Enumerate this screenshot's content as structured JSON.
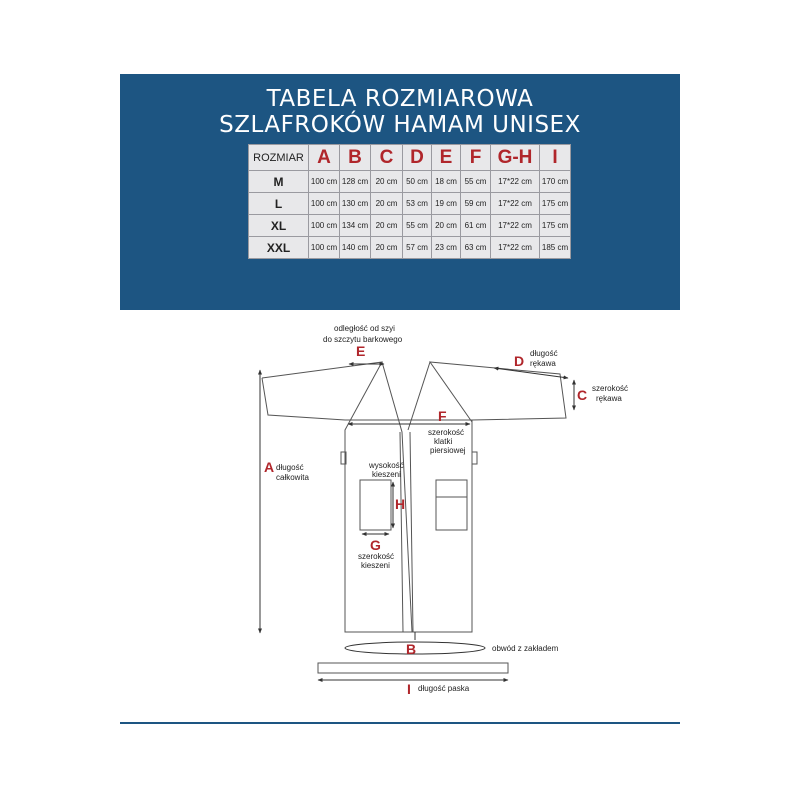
{
  "header": {
    "title_line1": "TABELA ROZMIAROWA",
    "title_line2": "SZLAFROKÓW HAMAM UNISEX"
  },
  "table": {
    "columns": [
      "ROZMIAR",
      "A",
      "B",
      "C",
      "D",
      "E",
      "F",
      "G-H",
      "I"
    ],
    "rows": [
      [
        "M",
        "100 cm",
        "128 cm",
        "20 cm",
        "50 cm",
        "18 cm",
        "55 cm",
        "17*22 cm",
        "170 cm"
      ],
      [
        "L",
        "100 cm",
        "130 cm",
        "20 cm",
        "53 cm",
        "19 cm",
        "59 cm",
        "17*22 cm",
        "175 cm"
      ],
      [
        "XL",
        "100 cm",
        "134 cm",
        "20 cm",
        "55 cm",
        "20 cm",
        "61 cm",
        "17*22 cm",
        "175 cm"
      ],
      [
        "XXL",
        "100 cm",
        "140 cm",
        "20 cm",
        "57 cm",
        "23 cm",
        "63 cm",
        "17*22 cm",
        "185 cm"
      ]
    ]
  },
  "diagram": {
    "A": {
      "letter": "A",
      "label1": "długość",
      "label2": "całkowita"
    },
    "B": {
      "letter": "B",
      "label1": "obwód z zakładem"
    },
    "C": {
      "letter": "C",
      "label1": "szerokość",
      "label2": "rękawa"
    },
    "D": {
      "letter": "D",
      "label1": "długość",
      "label2": "rękawa"
    },
    "E": {
      "letter": "E",
      "label1": "odległość od szyi",
      "label2": "do szczytu barkowego"
    },
    "F": {
      "letter": "F",
      "label1": "szerokość",
      "label2": "klatki",
      "label3": "piersiowej"
    },
    "G": {
      "letter": "G",
      "label1": "szerokość",
      "label2": "kieszeni"
    },
    "H": {
      "letter": "H",
      "label1": "wysokość",
      "label2": "kieszeni"
    },
    "I": {
      "letter": "I",
      "label1": "długość paska"
    }
  },
  "colors": {
    "banner": "#1d5582",
    "accent": "#b0262b",
    "table_bg": "#e8e8ea"
  }
}
